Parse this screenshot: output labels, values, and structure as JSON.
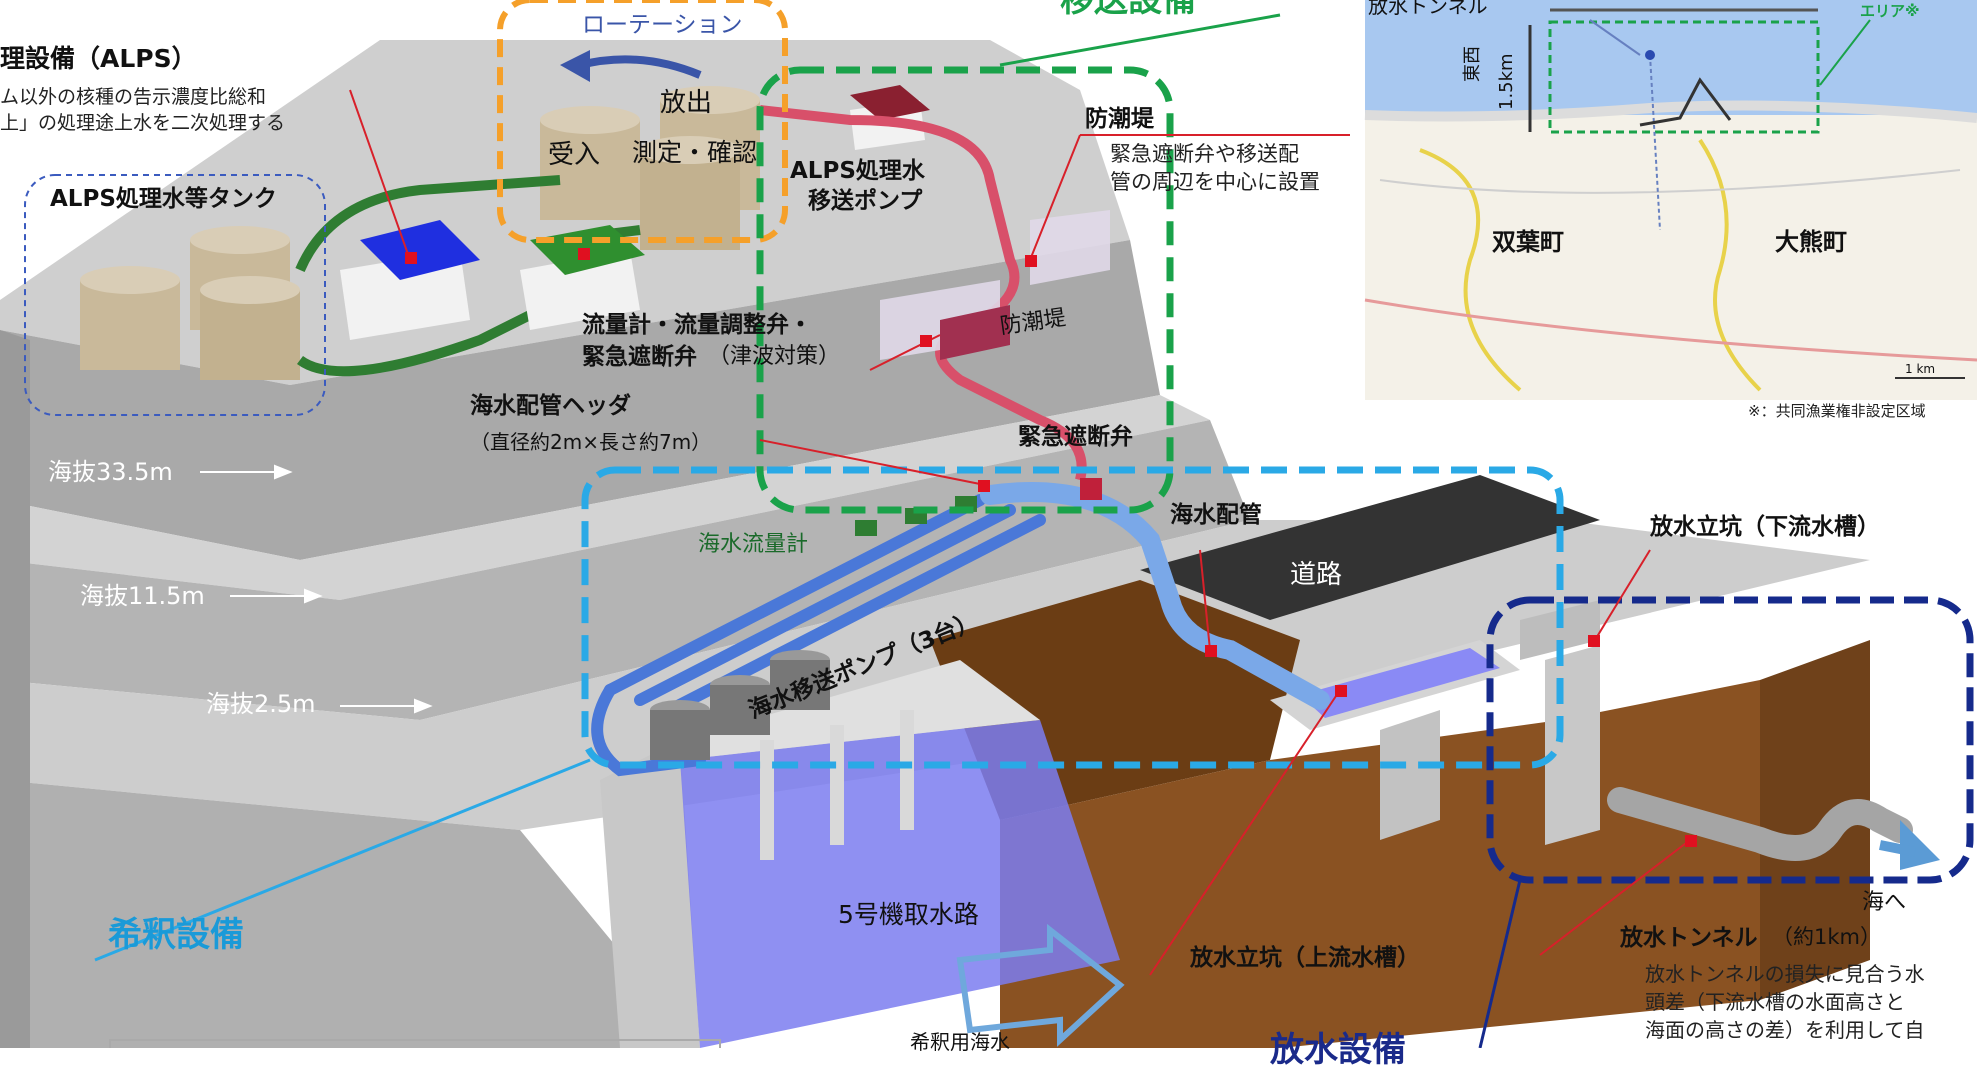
{
  "labels": {
    "rotation": "ローテーション",
    "discharge": "放出",
    "receive": "受入",
    "measure": "測定・確認",
    "transfer_top": "移送設備",
    "alps_title": "理設備（ALPS）",
    "alps_desc1": "ム以外の核種の告示濃度比総和",
    "alps_desc2": "上」の処理途上水を二次処理する",
    "tank_title": "ALPS処理水等タンク",
    "alps_pump1": "ALPS処理水",
    "alps_pump2": "移送ポンプ",
    "seawall_title": "防潮堤",
    "seawall_desc1": "緊急遮断弁や移送配",
    "seawall_desc2": "管の周辺を中心に設置",
    "seawall_model": "防潮堤",
    "flowmeter1": "流量計・流量調整弁・",
    "flowmeter2a": "緊急遮断弁",
    "flowmeter2b": "（津波対策）",
    "header_title": "海水配管ヘッダ",
    "header_size": "（直径約2m×長さ約7m）",
    "emergency_valve": "緊急遮断弁",
    "alt_33": "海抜33.5m",
    "alt_11": "海抜11.5m",
    "alt_2": "海抜2.5m",
    "seawater_flowmeter": "海水流量計",
    "seawater_pipe": "海水配管",
    "road": "道路",
    "shaft_down": "放水立坑（下流水槽）",
    "seawater_pump": "海水移送ポンプ（3台）",
    "intake": "5号機取水路",
    "dilution": "希釈設備",
    "shaft_up": "放水立坑（上流水槽）",
    "tunnel_title": "放水トンネル",
    "tunnel_len": "（約1km）",
    "tunnel_desc1": "放水トンネルの損失に見合う水",
    "tunnel_desc2": "頭差（下流水槽の水面高さと",
    "tunnel_desc3": "海面の高さの差）を利用して自",
    "to_sea": "海へ",
    "dilution_sea": "希釈用海水",
    "outfall_bottom": "放水設備"
  },
  "map": {
    "tunnel_label": "放水トンネル",
    "area": "エリア※",
    "dir": "東西",
    "dist": "1.5km",
    "town_west": "双葉町",
    "town_east": "大熊町",
    "scale": "1 km",
    "footnote": "※：共同漁業権非設定区域"
  },
  "colors": {
    "green": "#1aa24a",
    "orange": "#f5a02a",
    "lightblue": "#2aa9e6",
    "navy": "#152a8c",
    "sea_blue": "#7b7cf0",
    "soil": "#7b4a1e",
    "pipe_blue": "#4a78d8",
    "pipe_red": "#d8506a"
  }
}
